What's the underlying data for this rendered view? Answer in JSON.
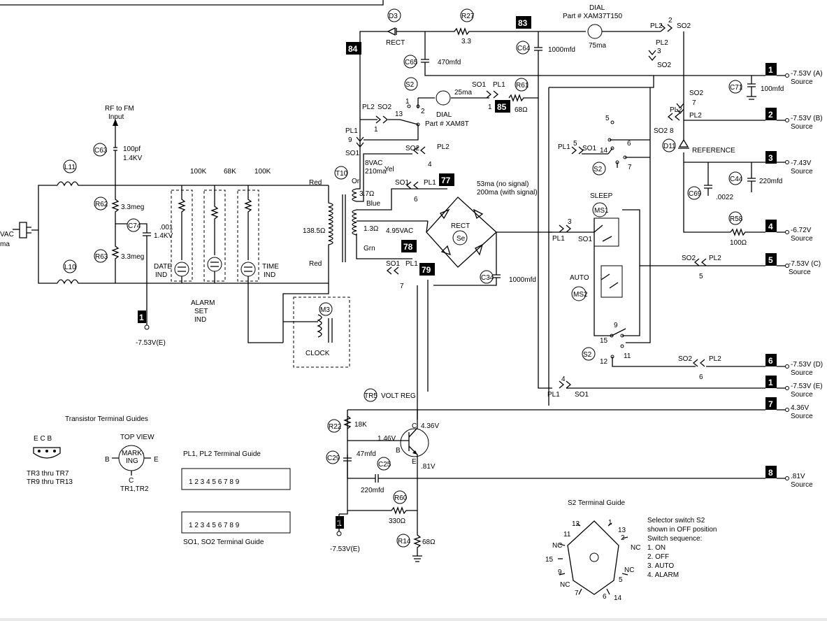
{
  "diagram": {
    "power": {
      "vac": "VAC",
      "ma": "ma"
    },
    "rf": {
      "line1": "RF to FM",
      "line2": "Input"
    },
    "c63": {
      "id": "C63",
      "value1": "100pf",
      "value2": "1.4KV"
    },
    "l11": "L11",
    "l10": "L10",
    "r62": {
      "id": "R62",
      "value": "3.3meg"
    },
    "r63": {
      "id": "R63",
      "value": "3.3meg"
    },
    "c74": {
      "id": "C74",
      "value1": ".001",
      "value2": "1.4KV"
    },
    "res100k_a": "100K",
    "res68k": "68K",
    "res100k_b": "100K",
    "date_ind": {
      "l1": "DATE",
      "l2": "IND"
    },
    "alarm_ind": {
      "l1": "ALARM",
      "l2": "SET",
      "l3": "IND"
    },
    "time_ind": {
      "l1": "TIME",
      "l2": "IND"
    },
    "m3": "M3",
    "clock": "CLOCK",
    "ground_left": "-7.53V(E)",
    "t10": "T10",
    "red_top": "Red",
    "red_bot": "Red",
    "or": "Or",
    "yel": "Yel",
    "blue": "Blue",
    "grn": "Grn",
    "primary": "138.5Ω",
    "r37": "3.7Ω",
    "r13": "1.3Ω",
    "vac8": "8VAC",
    "ma210": "210ma",
    "vac495": "4.95VAC",
    "d3": "D3",
    "rect1": "RECT",
    "r27": {
      "id": "R27",
      "value": "3.3"
    },
    "c65": {
      "id": "C65",
      "value": "470mfd"
    },
    "c64": {
      "id": "C64",
      "value": "1000mfd"
    },
    "dial1": {
      "title": "DIAL",
      "part": "Part # XAM37T150",
      "ma": "75ma"
    },
    "dial2": {
      "title": "DIAL",
      "part": "Part # XAM8T",
      "ma": "25ma"
    },
    "r61": {
      "id": "R61",
      "value": "68Ω"
    },
    "s2": "S2",
    "current1": "53ma (no signal)",
    "current2": "200ma (with signal)",
    "rect2": {
      "label": "RECT",
      "se": "Se"
    },
    "c34": {
      "id": "C34",
      "value": "1000mfd"
    },
    "sleep": "SLEEP",
    "ms1": "MS1",
    "auto": "AUTO",
    "ms2": "MS2",
    "d11": "D11",
    "reference": "REFERENCE",
    "c71": {
      "id": "C71",
      "value": "100mfd"
    },
    "c44": {
      "id": "C44",
      "value": "220mfd"
    },
    "c69": {
      "id": "C69",
      "value": ".0022"
    },
    "r58": {
      "id": "R58",
      "value": "100Ω"
    },
    "tr5": {
      "id": "TR5",
      "label": "VOLT REG"
    },
    "r22": {
      "id": "R22",
      "value": "18K"
    },
    "c29": {
      "id": "C29",
      "value": "47mfd"
    },
    "c25": {
      "id": "C25",
      "value": "220mfd"
    },
    "r60": {
      "id": "R60",
      "value": "330Ω"
    },
    "r14": {
      "id": "R14",
      "value": "68Ω"
    },
    "v436": "4.36V",
    "v146": "1.46V",
    "v81": ".81V",
    "pin_c": "C",
    "pin_b": "B",
    "pin_e": "E",
    "ground_bottom": "-7.53V(E)",
    "plug_labels": {
      "pl1": "PL1",
      "pl2": "PL2",
      "so1": "SO1",
      "so2": "SO2"
    },
    "badges": [
      "83",
      "84",
      "85",
      "77",
      "78",
      "79"
    ],
    "outputs": [
      {
        "num": "1",
        "label": "-7.53V (A)",
        "sub": "Source"
      },
      {
        "num": "2",
        "label": "-7.53V (B)",
        "sub": "Source"
      },
      {
        "num": "3",
        "label": "-7.43V",
        "sub": "Source"
      },
      {
        "num": "4",
        "label": "-6.72V",
        "sub": "Source"
      },
      {
        "num": "5",
        "label": "-7.53V (C)",
        "sub": "Source"
      },
      {
        "num": "6",
        "label": "-7.53V (D)",
        "sub": "Source"
      },
      {
        "num": "1",
        "label": "-7.53V (E)",
        "sub": "Source"
      },
      {
        "num": "7",
        "label": "4.36V",
        "sub": "Source"
      },
      {
        "num": "8",
        "label": ".81V",
        "sub": "Source"
      }
    ],
    "transistor_guide": {
      "title": "Transistor Terminal Guides",
      "ecb": "E  C  B",
      "group1_l1": "TR3 thru TR7",
      "group1_l2": "TR9 thru TR13",
      "top_view": "TOP VIEW",
      "marking_l1": "MARK-",
      "marking_l2": "ING",
      "b": "B",
      "e": "E",
      "c": "C",
      "group2": "TR1,TR2"
    },
    "pl_guide": {
      "title": "PL1, PL2 Terminal Guide",
      "pins": "1 2 3 4 5 6 7 8 9"
    },
    "so_guide": {
      "title": "SO1, SO2 Terminal Guide",
      "pins": "1 2 3 4 5 6 7 8 9"
    },
    "s2_guide": {
      "title": "S2 Terminal Guide",
      "desc": [
        "Selector switch S2",
        "shown in OFF position",
        "Switch sequence:",
        "1. ON",
        "2. OFF",
        "3. AUTO",
        "4. ALARM"
      ]
    }
  }
}
